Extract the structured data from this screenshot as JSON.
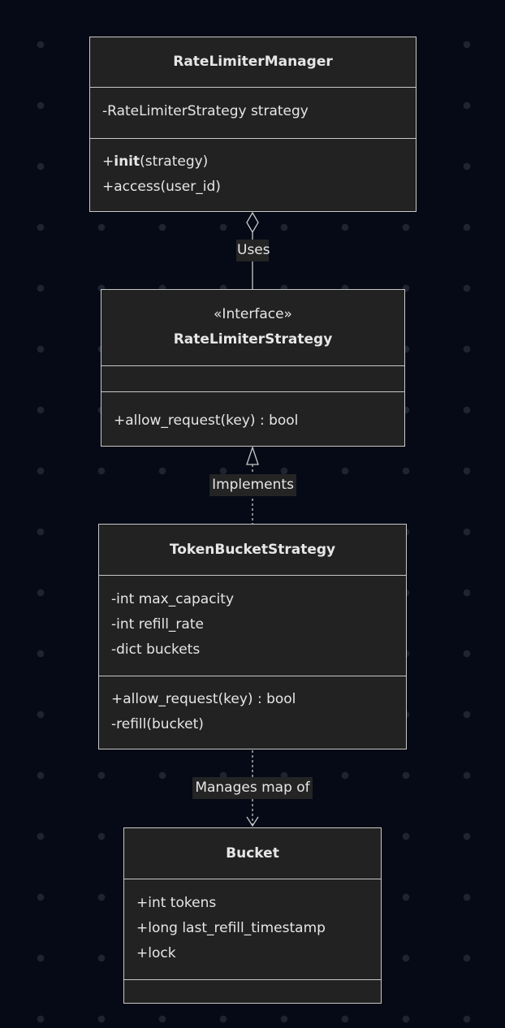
{
  "classes": {
    "manager": {
      "name": "RateLimiterManager",
      "attributes": [
        "-RateLimiterStrategy strategy"
      ],
      "methods": [
        "+init(strategy)",
        "+access(user_id)"
      ],
      "methods_bold_part": "init"
    },
    "strategy": {
      "stereotype": "«Interface»",
      "name": "RateLimiterStrategy",
      "methods": [
        "+allow_request(key) : bool"
      ]
    },
    "token_bucket": {
      "name": "TokenBucketStrategy",
      "attributes": [
        "-int max_capacity",
        "-int refill_rate",
        "-dict buckets"
      ],
      "methods": [
        "+allow_request(key) : bool",
        "-refill(bucket)"
      ]
    },
    "bucket": {
      "name": "Bucket",
      "attributes": [
        "+int tokens",
        "+long last_refill_timestamp",
        "+lock"
      ]
    }
  },
  "relations": {
    "uses": "Uses",
    "implements": "Implements",
    "manages": "Manages map of"
  }
}
